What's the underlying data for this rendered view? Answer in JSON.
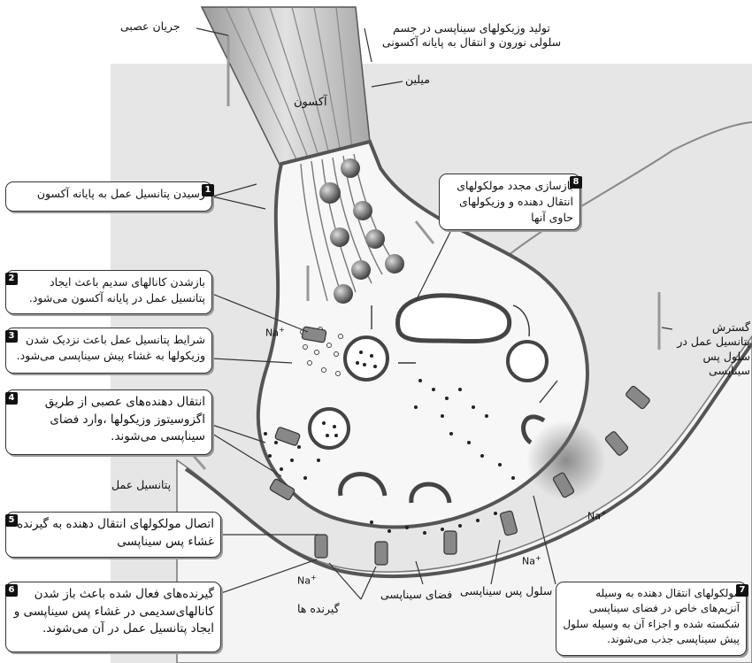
{
  "labels": {
    "neural_current": "جریان عصبی",
    "vesicle_production": "تولید وزیکولهای سیناپسی در جسم سلولی نورون و انتقال به پایانه آکسونی",
    "myelin": "میلین",
    "axon": "آکسون",
    "action_potential": "پتانسیل عمل",
    "postsynaptic_spread": "گسترش پتانسیل عمل در سلول پس سیناپسی",
    "receptors": "گیرنده ها",
    "synaptic_space": "فضای سیناپسی",
    "postsynaptic_cell": "سلول پس سیناپسی",
    "sodium_ion": "Na",
    "sodium_charge": "+"
  },
  "steps": [
    {
      "number": "1",
      "text": "رسیدن پتانسیل عمل به پایانه آکسون"
    },
    {
      "number": "2",
      "text": "بازشدن کانالهای سدیم باعث ایجاد پتانسیل عمل در پایانه آکسون می‌شود."
    },
    {
      "number": "3",
      "text": "شرایط پتانسیل عمل باعث نزدیک شدن وزیکولها به غشاء پیش سیناپسی می‌شود."
    },
    {
      "number": "4",
      "text": "انتقال دهنده‌های عصبی از طریق اگزوسیتوز وزیکولها ،وارد فضای سیناپسی می‌شوند."
    },
    {
      "number": "5",
      "text": "اتصال مولکولهای انتقال دهنده به گیرنده غشاء پس سیناپسی"
    },
    {
      "number": "6",
      "text": "گیرنده‌های فعال شده باعث باز شدن کانالهای‌سدیمی در غشاء پس سیناپسی و ایجاد پتانسیل عمل در آن می‌شوند."
    },
    {
      "number": "7",
      "text": "مولکولهای انتقال دهنده به وسیله آنزیم‌های خاص در فضای سیناپسی شکسته شده و اجزاء آن به وسیله سلول پیش سیناپسی جذب می‌شوند."
    },
    {
      "number": "8",
      "text": "بازسازی مجدد مولکولهای انتقال دهنده و وزیکولهای حاوی آنها"
    }
  ],
  "colors": {
    "background_panel": "#e6e6e6",
    "membrane": "#555555",
    "axon_fill": "#bdbdbd",
    "dark": "#222222"
  }
}
